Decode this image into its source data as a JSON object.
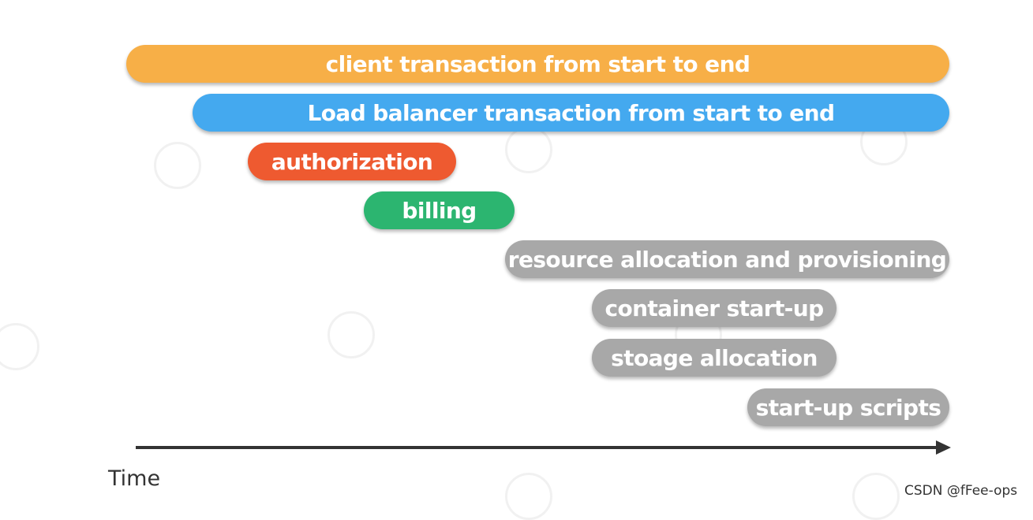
{
  "colors": {
    "orange": "#F7AF47",
    "blue": "#44A9EF",
    "red": "#EE5A30",
    "green": "#2CB570",
    "gray": "#A8A8A8",
    "axis": "#333333"
  },
  "bars": {
    "client": "client transaction from start to end",
    "load_balancer": "Load balancer transaction from start to end",
    "authorization": "authorization",
    "billing": "billing",
    "resource": "resource allocation and provisioning",
    "container": "container start-up",
    "storage": "stoage allocation",
    "scripts": "start-up scripts"
  },
  "axis": {
    "label": "Time"
  },
  "footer": {
    "credit": "CSDN @fFee-ops"
  }
}
